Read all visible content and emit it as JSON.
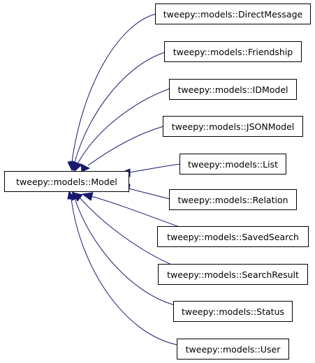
{
  "diagram": {
    "type": "inheritance-graph",
    "base_class": {
      "id": "model",
      "label": "tweepy::models::Model"
    },
    "derived_classes": [
      {
        "id": "direct-message",
        "label": "tweepy::models::DirectMessage"
      },
      {
        "id": "friendship",
        "label": "tweepy::models::Friendship"
      },
      {
        "id": "idmodel",
        "label": "tweepy::models::IDModel"
      },
      {
        "id": "jsonmodel",
        "label": "tweepy::models::JSONModel"
      },
      {
        "id": "list",
        "label": "tweepy::models::List"
      },
      {
        "id": "relation",
        "label": "tweepy::models::Relation"
      },
      {
        "id": "saved-search",
        "label": "tweepy::models::SavedSearch"
      },
      {
        "id": "search-result",
        "label": "tweepy::models::SearchResult"
      },
      {
        "id": "status",
        "label": "tweepy::models::Status"
      },
      {
        "id": "user",
        "label": "tweepy::models::User"
      }
    ],
    "edge_color": "#191970",
    "node_border_color": "#000000"
  }
}
